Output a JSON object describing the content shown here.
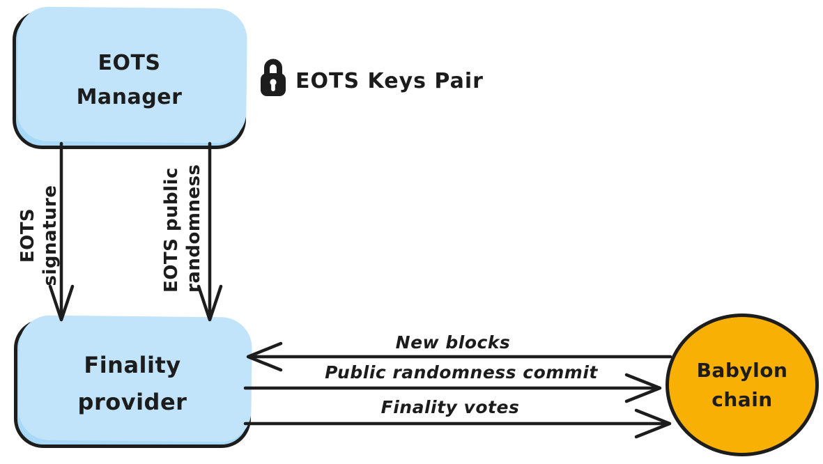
{
  "nodes": {
    "eots_manager": {
      "lines": [
        "EOTS",
        "Manager"
      ],
      "fill": "#a8d9f8"
    },
    "finality_provider": {
      "lines": [
        "Finality",
        "provider"
      ],
      "fill": "#a8d9f8"
    },
    "babylon_chain": {
      "lines": [
        "Babylon",
        "chain"
      ],
      "fill": "#f8b004"
    }
  },
  "annotations": {
    "eots_keys_pair": {
      "icon": "lock-icon",
      "label": "EOTS Keys Pair"
    }
  },
  "edges": {
    "eots_signature": {
      "label": "EOTS signature",
      "from": "eots_manager",
      "to": "finality_provider",
      "direction": "down"
    },
    "eots_public_randomness": {
      "lines": [
        "EOTS public",
        "randomness"
      ],
      "from": "eots_manager",
      "to": "finality_provider",
      "direction": "down"
    },
    "new_blocks": {
      "label": "New blocks",
      "from": "babylon_chain",
      "to": "finality_provider",
      "direction": "left"
    },
    "public_randomness_commit": {
      "label": "Public randomness commit",
      "from": "finality_provider",
      "to": "babylon_chain",
      "direction": "right"
    },
    "finality_votes": {
      "label": "Finality votes",
      "from": "finality_provider",
      "to": "babylon_chain",
      "direction": "right"
    }
  },
  "colors": {
    "node_blue": "#a8d9f8",
    "node_orange": "#f8b004",
    "stroke": "#1d1d1d",
    "text": "#1c1c1c"
  }
}
